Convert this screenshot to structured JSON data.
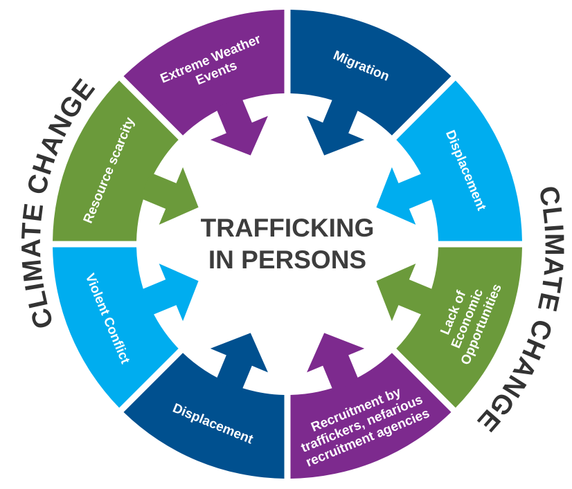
{
  "center": {
    "line1": "TRAFFICKING",
    "line2": "IN PERSONS"
  },
  "outer_labels": {
    "top_left": "CLIMATE CHANGE",
    "bottom_right": "CLIMATE CHANGE"
  },
  "colors": {
    "dark_blue": "#00508f",
    "light_blue": "#00adef",
    "green": "#6b9a3b",
    "purple": "#7d2a8e",
    "text": "#333333"
  },
  "segments": [
    {
      "lines": [
        "Migration"
      ],
      "color": "#00508f"
    },
    {
      "lines": [
        "Displacement"
      ],
      "color": "#00adef"
    },
    {
      "lines": [
        "Lack of",
        "Economic",
        "Opportunities"
      ],
      "color": "#6b9a3b"
    },
    {
      "lines": [
        "Recruitment by",
        "traffickers, nefarious",
        "recruitment agencies"
      ],
      "color": "#7d2a8e"
    },
    {
      "lines": [
        "Displacement"
      ],
      "color": "#00508f"
    },
    {
      "lines": [
        "Violent Conflict"
      ],
      "color": "#00adef"
    },
    {
      "lines": [
        "Resource scarcity"
      ],
      "color": "#6b9a3b"
    },
    {
      "lines": [
        "Extreme Weather",
        "Events"
      ],
      "color": "#7d2a8e"
    }
  ]
}
